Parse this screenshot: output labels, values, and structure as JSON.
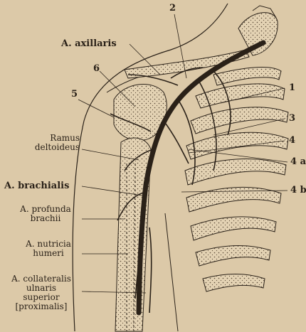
{
  "labels": {
    "axillaris": "A. axillaris",
    "n2": "2",
    "n6": "6",
    "n5": "5",
    "n1": "1",
    "n3": "3",
    "n4": "4",
    "n4a": "4 a",
    "n4b": "4 b",
    "ramus_line1": "Ramus",
    "ramus_line2": "deltoideus",
    "brachialis": "A. brachialis",
    "profunda_line1": "A. profunda",
    "profunda_line2": "brachii",
    "nutricia_line1": "A. nutricia",
    "nutricia_line2": "humeri",
    "collateralis_line1": "A. collateralis",
    "collateralis_line2": "ulnaris",
    "collateralis_line3": "superior",
    "collateralis_line4": "[proximalis]"
  },
  "colors": {
    "background": "#dcc9a8",
    "ink": "#2a2118",
    "bone": "#e6d6b8",
    "artery": "#2a2118"
  }
}
